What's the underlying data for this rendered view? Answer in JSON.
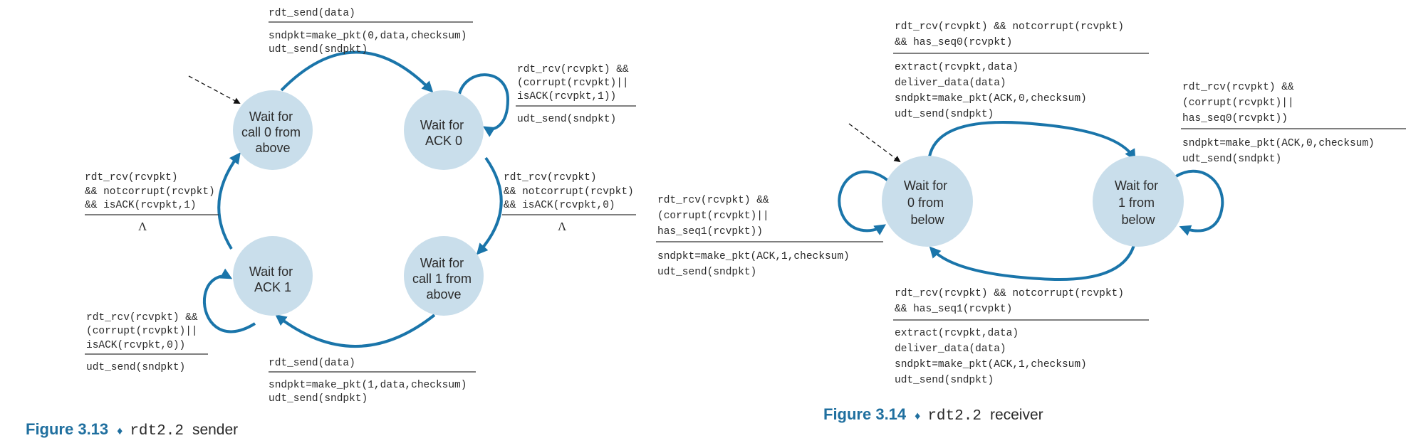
{
  "colors": {
    "arc": "#1a75aa",
    "state_fill": "#c9deeb",
    "caption_accent": "#1f6f9f"
  },
  "sender": {
    "states": {
      "wait_call0": [
        "Wait for",
        "call 0 from",
        "above"
      ],
      "wait_ack0": [
        "Wait for",
        "ACK 0"
      ],
      "wait_call1": [
        "Wait for",
        "call 1 from",
        "above"
      ],
      "wait_ack1": [
        "Wait for",
        "ACK 1"
      ]
    },
    "transitions": {
      "send0": {
        "event": [
          "rdt_send(data)"
        ],
        "action": [
          "sndpkt=make_pkt(0,data,checksum)",
          "udt_send(sndpkt)"
        ]
      },
      "ack0_bad": {
        "event": [
          "rdt_rcv(rcvpkt) &&",
          "(corrupt(rcvpkt)||",
          "isACK(rcvpkt,1))"
        ],
        "action": [
          "udt_send(sndpkt)"
        ]
      },
      "ack0_good": {
        "event": [
          "rdt_rcv(rcvpkt)",
          "&& notcorrupt(rcvpkt)",
          "&& isACK(rcvpkt,0)"
        ],
        "action": [
          "Λ"
        ]
      },
      "send1": {
        "event": [
          "rdt_send(data)"
        ],
        "action": [
          "sndpkt=make_pkt(1,data,checksum)",
          "udt_send(sndpkt)"
        ]
      },
      "ack1_bad": {
        "event": [
          "rdt_rcv(rcvpkt) &&",
          "(corrupt(rcvpkt)||",
          "isACK(rcvpkt,0))"
        ],
        "action": [
          "udt_send(sndpkt)"
        ]
      },
      "ack1_good": {
        "event": [
          "rdt_rcv(rcvpkt)",
          "&& notcorrupt(rcvpkt)",
          "&& isACK(rcvpkt,1)"
        ],
        "action": [
          "Λ"
        ]
      }
    },
    "caption": {
      "number": "Figure 3.13",
      "diamond": "♦",
      "code": "rdt2.2",
      "text": "sender"
    }
  },
  "receiver": {
    "states": {
      "wait0": [
        "Wait for",
        "0 from",
        "below"
      ],
      "wait1": [
        "Wait for",
        "1 from",
        "below"
      ]
    },
    "transitions": {
      "recv0_good": {
        "event": [
          "rdt_rcv(rcvpkt) && notcorrupt(rcvpkt)",
          "&& has_seq0(rcvpkt)"
        ],
        "action": [
          "extract(rcvpkt,data)",
          "deliver_data(data)",
          "sndpkt=make_pkt(ACK,0,checksum)",
          "udt_send(sndpkt)"
        ]
      },
      "wait1_bad": {
        "event": [
          "rdt_rcv(rcvpkt) &&",
          "(corrupt(rcvpkt)||",
          "has_seq0(rcvpkt))"
        ],
        "action": [
          "sndpkt=make_pkt(ACK,0,checksum)",
          "udt_send(sndpkt)"
        ]
      },
      "wait0_bad": {
        "event": [
          "rdt_rcv(rcvpkt) &&",
          "(corrupt(rcvpkt)||",
          "has_seq1(rcvpkt))"
        ],
        "action": [
          "sndpkt=make_pkt(ACK,1,checksum)",
          "udt_send(sndpkt)"
        ]
      },
      "recv1_good": {
        "event": [
          "rdt_rcv(rcvpkt) && notcorrupt(rcvpkt)",
          "&& has_seq1(rcvpkt)"
        ],
        "action": [
          "extract(rcvpkt,data)",
          "deliver_data(data)",
          "sndpkt=make_pkt(ACK,1,checksum)",
          "udt_send(sndpkt)"
        ]
      }
    },
    "caption": {
      "number": "Figure 3.14",
      "diamond": "♦",
      "code": "rdt2.2",
      "text": "receiver"
    }
  }
}
